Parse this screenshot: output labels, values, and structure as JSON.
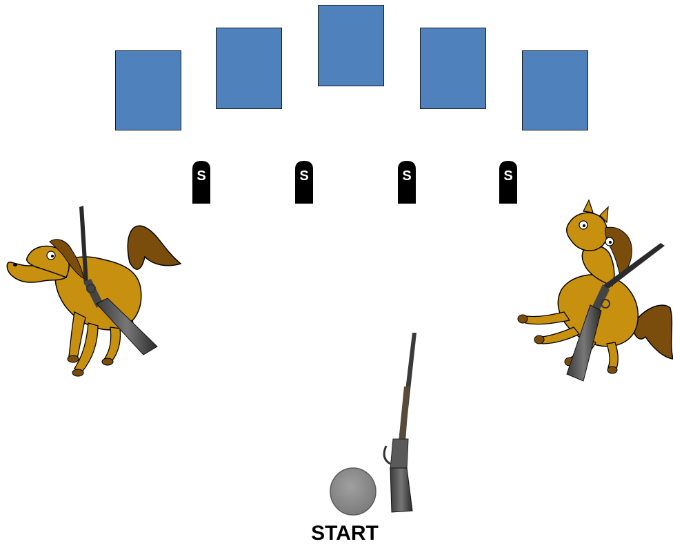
{
  "colors": {
    "target_fill": "#4f81bd",
    "target_border": "#1a1a1a",
    "marker_fill": "#000000",
    "marker_letter": "#ffffff",
    "horse_body": "#c8900f",
    "horse_mane": "#7a4d0c",
    "start_disc": "#8c8c8c"
  },
  "targets": [
    {
      "id": "target-1"
    },
    {
      "id": "target-2"
    },
    {
      "id": "target-3"
    },
    {
      "id": "target-4"
    },
    {
      "id": "target-5"
    }
  ],
  "markers": [
    {
      "letter": "S"
    },
    {
      "letter": "S"
    },
    {
      "letter": "S"
    },
    {
      "letter": "S"
    }
  ],
  "icons": {
    "left_horse": "horse-with-rifle-icon",
    "right_horse": "horse-with-rifle-icon",
    "rifle": "lever-action-rifle-icon",
    "start_position": "circle-icon"
  },
  "start_label": "START"
}
